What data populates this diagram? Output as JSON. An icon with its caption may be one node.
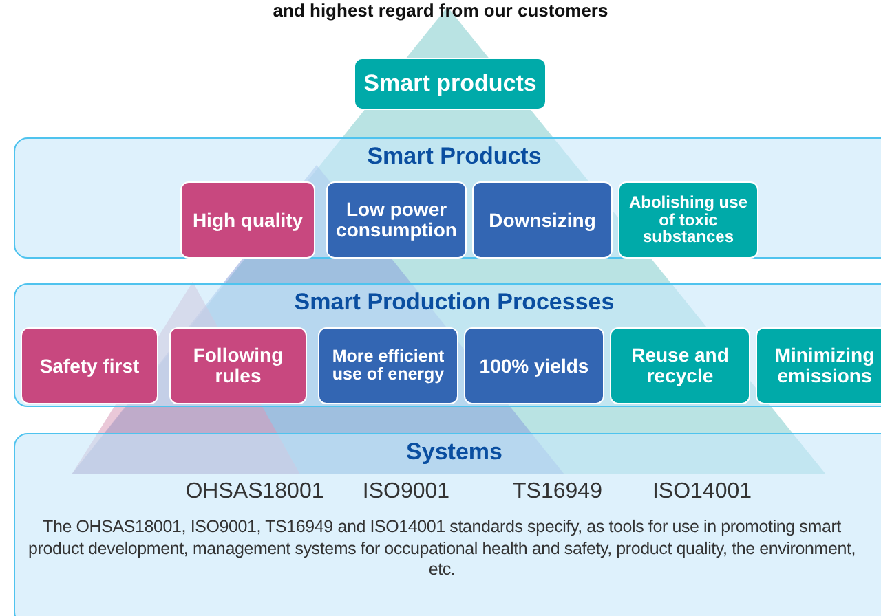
{
  "diagram": {
    "title": "and highest regard from our customers",
    "nodes": [
      {
        "text": [
          "Smart products"
        ]
      },
      {
        "text": [
          "Smart Products"
        ]
      },
      {
        "text": [
          "High quality"
        ],
        "in": 1
      },
      {
        "text": [
          "Low power consumption"
        ],
        "in": 1
      },
      {
        "text": [
          "Downsizing"
        ],
        "in": 1
      },
      {
        "text": [
          "Abolishing use of toxic substances"
        ],
        "in": 1
      },
      {
        "text": [
          "Smart Production Processes"
        ]
      },
      {
        "text": [
          "Safety first"
        ],
        "in": 6
      },
      {
        "text": [
          "Following rules"
        ],
        "in": 6
      },
      {
        "text": [
          "More efficient use of energy"
        ],
        "in": 6
      },
      {
        "text": [
          "100% yields"
        ],
        "in": 6
      },
      {
        "text": [
          "Reuse and recycle"
        ],
        "in": 6
      },
      {
        "text": [
          "Minimizing emissions"
        ],
        "in": 6
      },
      {
        "text": [
          "Systems"
        ]
      }
    ],
    "labels": [
      "OHSAS18001",
      "ISO9001",
      "TS16949",
      "ISO14001",
      "The OHSAS18001, ISO9001, TS16949 and ISO14001 standards specify, as tools for use in promoting smart product development, management systems for occupational health and safety, product quality, the environment, etc."
    ]
  }
}
